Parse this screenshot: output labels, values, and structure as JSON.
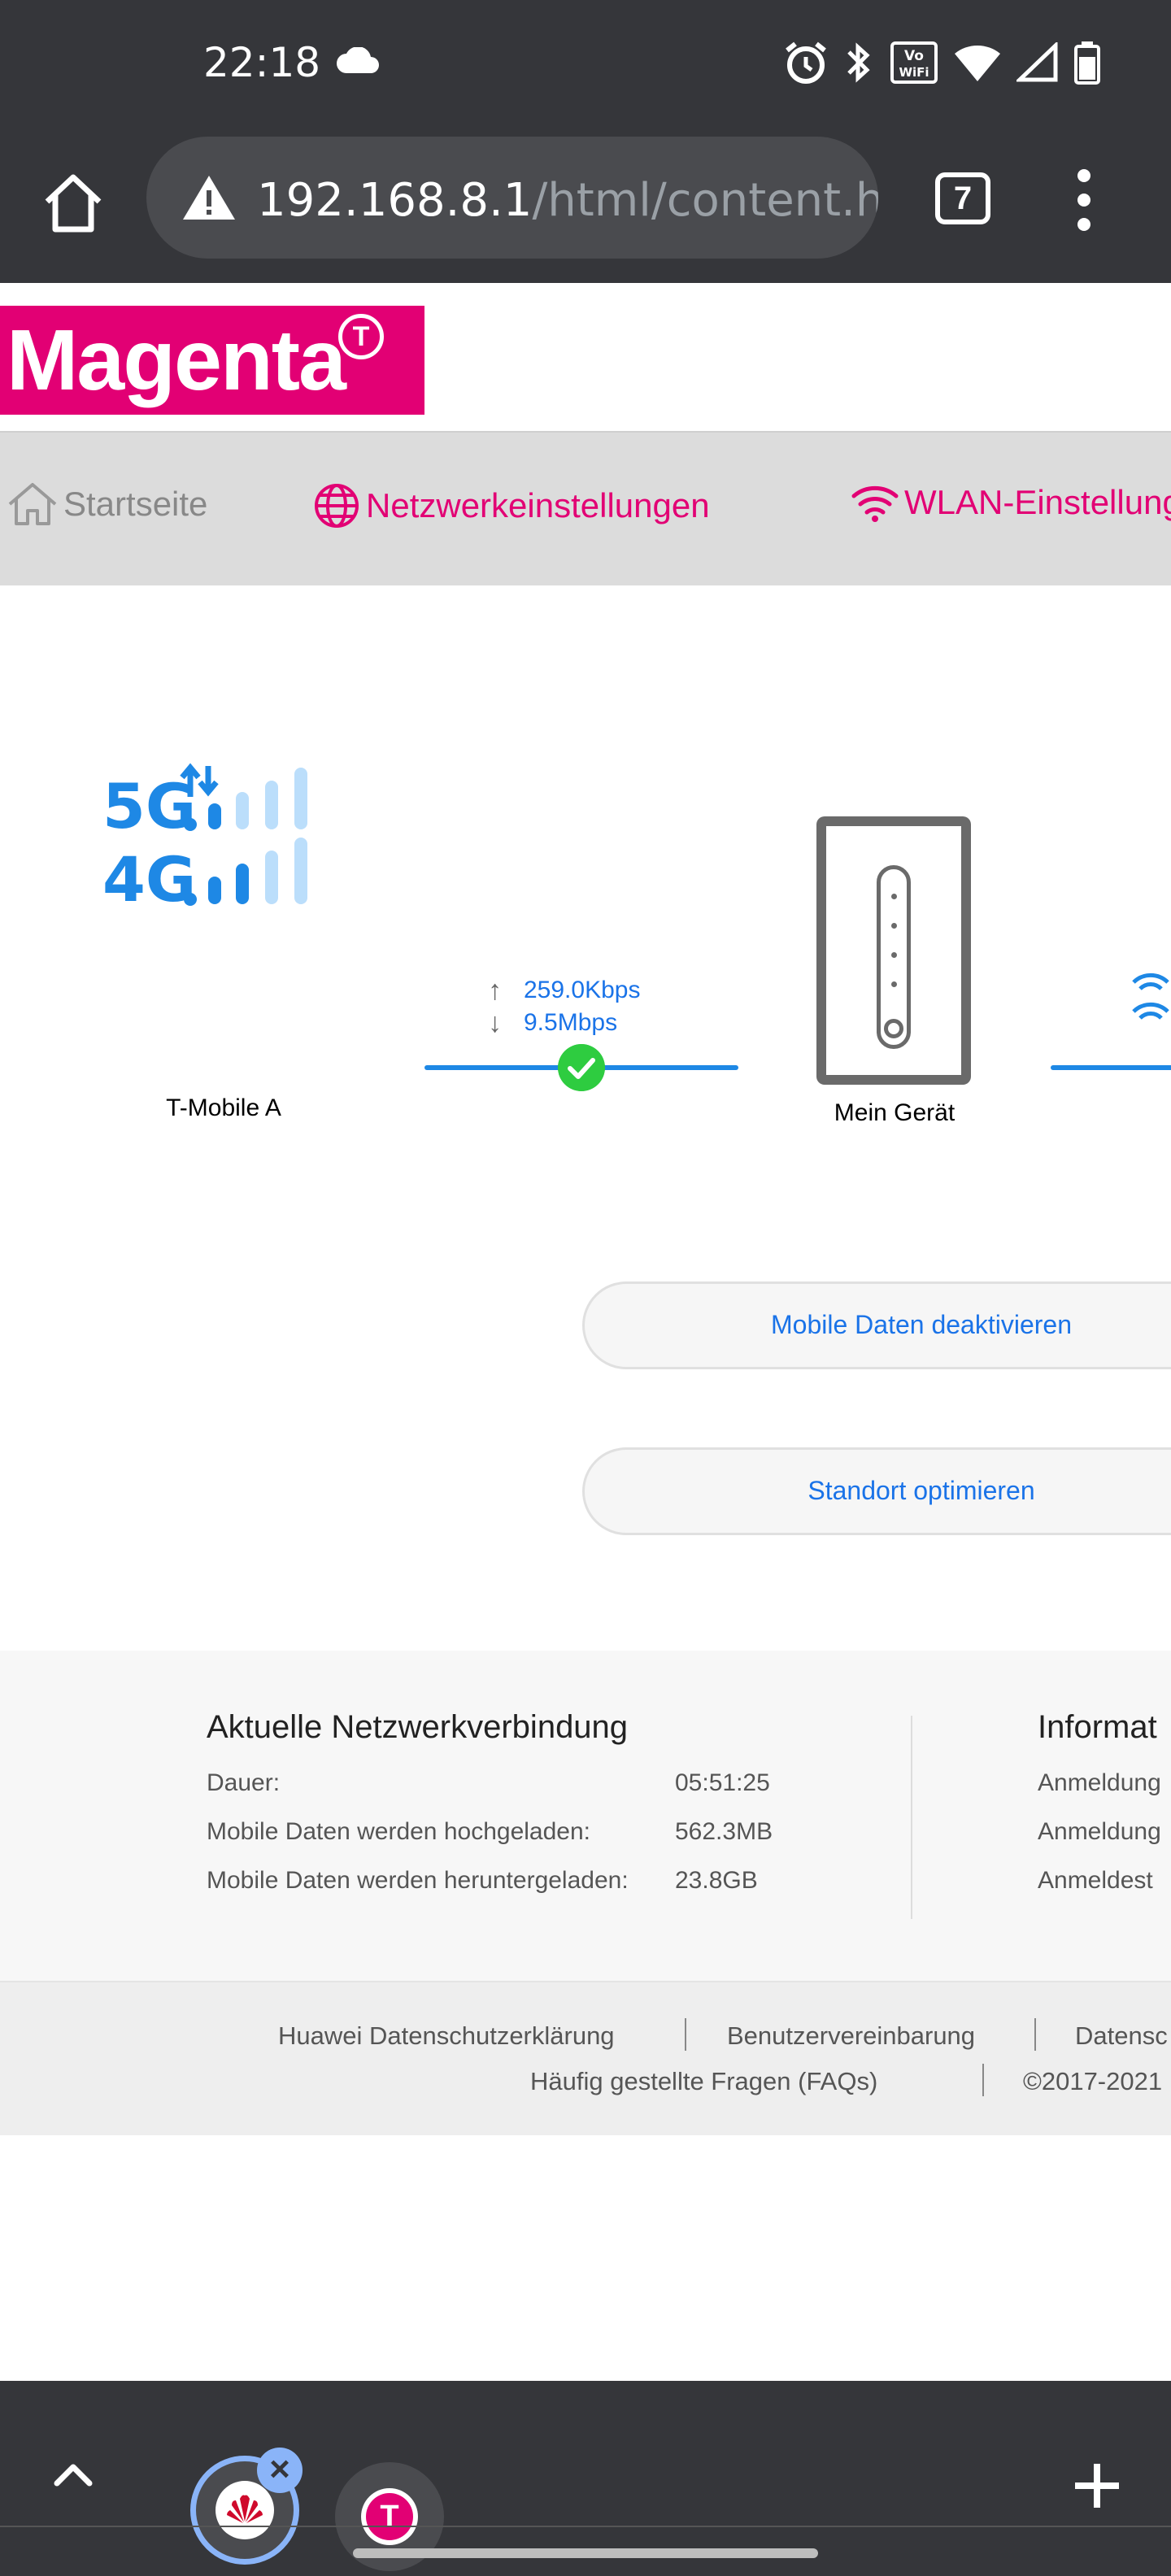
{
  "status_bar": {
    "time": "22:18",
    "icons": [
      "cloud-icon",
      "alarm-icon",
      "bluetooth-icon",
      "vowifi-icon",
      "wifi-icon",
      "signal-icon",
      "battery-icon"
    ]
  },
  "browser": {
    "url_host": "192.168.8.1",
    "url_path": "/html/content.h",
    "tab_count": "7"
  },
  "logo": {
    "text": "Magenta",
    "sup": "T"
  },
  "nav": {
    "items": [
      {
        "label": "Startseite",
        "icon": "house-icon"
      },
      {
        "label": "Netzwerkeinstellungen",
        "icon": "globe-icon"
      },
      {
        "label": "WLAN-Einstellung",
        "icon": "wifi-icon"
      }
    ]
  },
  "diagram": {
    "provider": "T-Mobile A",
    "upload_rate": "259.0Kbps",
    "download_rate": "9.5Mbps",
    "device": "Mein Gerät"
  },
  "actions": {
    "mobile_data": "Mobile Daten deaktivieren",
    "location": "Standort optimieren"
  },
  "connection": {
    "title": "Aktuelle Netzwerkverbindung",
    "rows": [
      {
        "label": "Dauer:",
        "value": "05:51:25"
      },
      {
        "label": "Mobile Daten werden hochgeladen:",
        "value": "562.3MB"
      },
      {
        "label": "Mobile Daten werden heruntergeladen:",
        "value": "23.8GB"
      }
    ]
  },
  "information": {
    "title": "Informat",
    "rows": [
      "Anmeldung",
      "Anmeldung",
      "Anmeldest"
    ]
  },
  "footer": {
    "links": [
      "Huawei Datenschutzerklärung",
      "Benutzervereinbarung",
      "Datensc",
      "Häufig gestellte Fragen (FAQs)",
      "©2017-2021"
    ]
  },
  "colors": {
    "magenta": "#e20074",
    "accent_blue": "#1a73e8",
    "chrome_dark": "#35363a"
  }
}
